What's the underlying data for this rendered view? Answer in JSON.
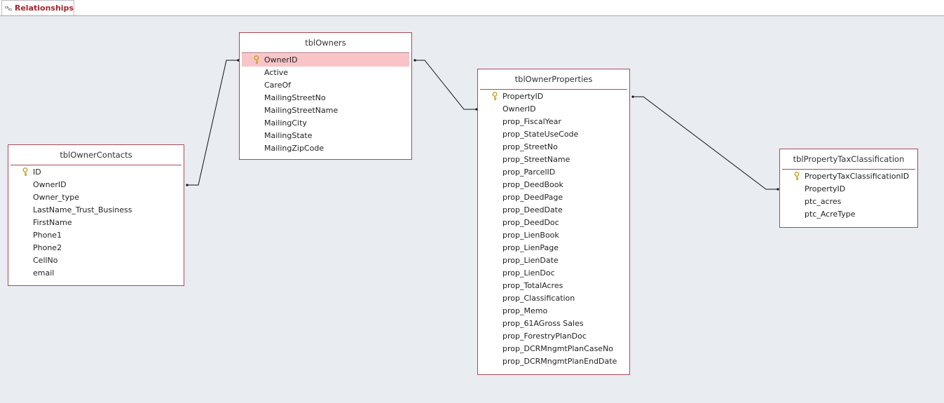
{
  "tab": {
    "label": "Relationships"
  },
  "colors": {
    "table_border": "#a84a55",
    "selection": "#f8c4c8",
    "tab_text": "#a4262c",
    "key": "#d8b340"
  },
  "tables": {
    "owners": {
      "title": "tblOwners",
      "fields": [
        "OwnerID",
        "Active",
        "CareOf",
        "MailingStreetNo",
        "MailingStreetName",
        "MailingCity",
        "MailingState",
        "MailingZipCode"
      ]
    },
    "contacts": {
      "title": "tblOwnerContacts",
      "fields": [
        "ID",
        "OwnerID",
        "Owner_type",
        "LastName_Trust_Business",
        "FirstName",
        "Phone1",
        "Phone2",
        "CellNo",
        "email"
      ]
    },
    "properties": {
      "title": "tblOwnerProperties",
      "fields": [
        "PropertyID",
        "OwnerID",
        "prop_FiscalYear",
        "prop_StateUseCode",
        "prop_StreetNo",
        "prop_StreetName",
        "prop_ParcelID",
        "prop_DeedBook",
        "prop_DeedPage",
        "prop_DeedDate",
        "prop_DeedDoc",
        "prop_LienBook",
        "prop_LienPage",
        "prop_LienDate",
        "prop_LienDoc",
        "prop_TotalAcres",
        "prop_Classification",
        "prop_Memo",
        "prop_61AGross Sales",
        "prop_ForestryPlanDoc",
        "prop_DCRMngmtPlanCaseNo",
        "prop_DCRMngmtPlanEndDate"
      ]
    },
    "taxclass": {
      "title": "tblPropertyTaxClassification",
      "fields": [
        "PropertyTaxClassificationID",
        "PropertyID",
        "ptc_acres",
        "ptc_AcreType"
      ]
    }
  }
}
